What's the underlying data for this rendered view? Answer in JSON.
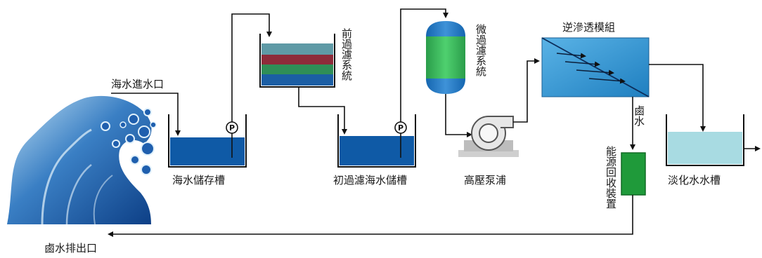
{
  "labels": {
    "seawater_inlet": "海水進水口",
    "seawater_tank": "海水儲存槽",
    "pre_filter": "前過濾系統",
    "pre_filtered_tank": "初過濾海水儲槽",
    "micro_filter": "微過濾系統",
    "high_pressure_pump": "高壓泵浦",
    "ro_module": "逆滲透模組",
    "brine": "鹵水",
    "energy_recovery": "能源回收裝置",
    "freshwater_tank": "淡化水水槽",
    "brine_outlet": "鹵水排出口",
    "pump_symbol": "P"
  },
  "colors": {
    "tank_water": "#0f5aa6",
    "fresh_water": "#a8dbe2",
    "ro_module": "#2f8fce",
    "energy_recovery": "#1f9a3a",
    "filter_top": "#5f9aa6",
    "filter_red": "#8e2b3a",
    "filter_green": "#2f8e57",
    "filter_blue": "#1b5ea4"
  }
}
